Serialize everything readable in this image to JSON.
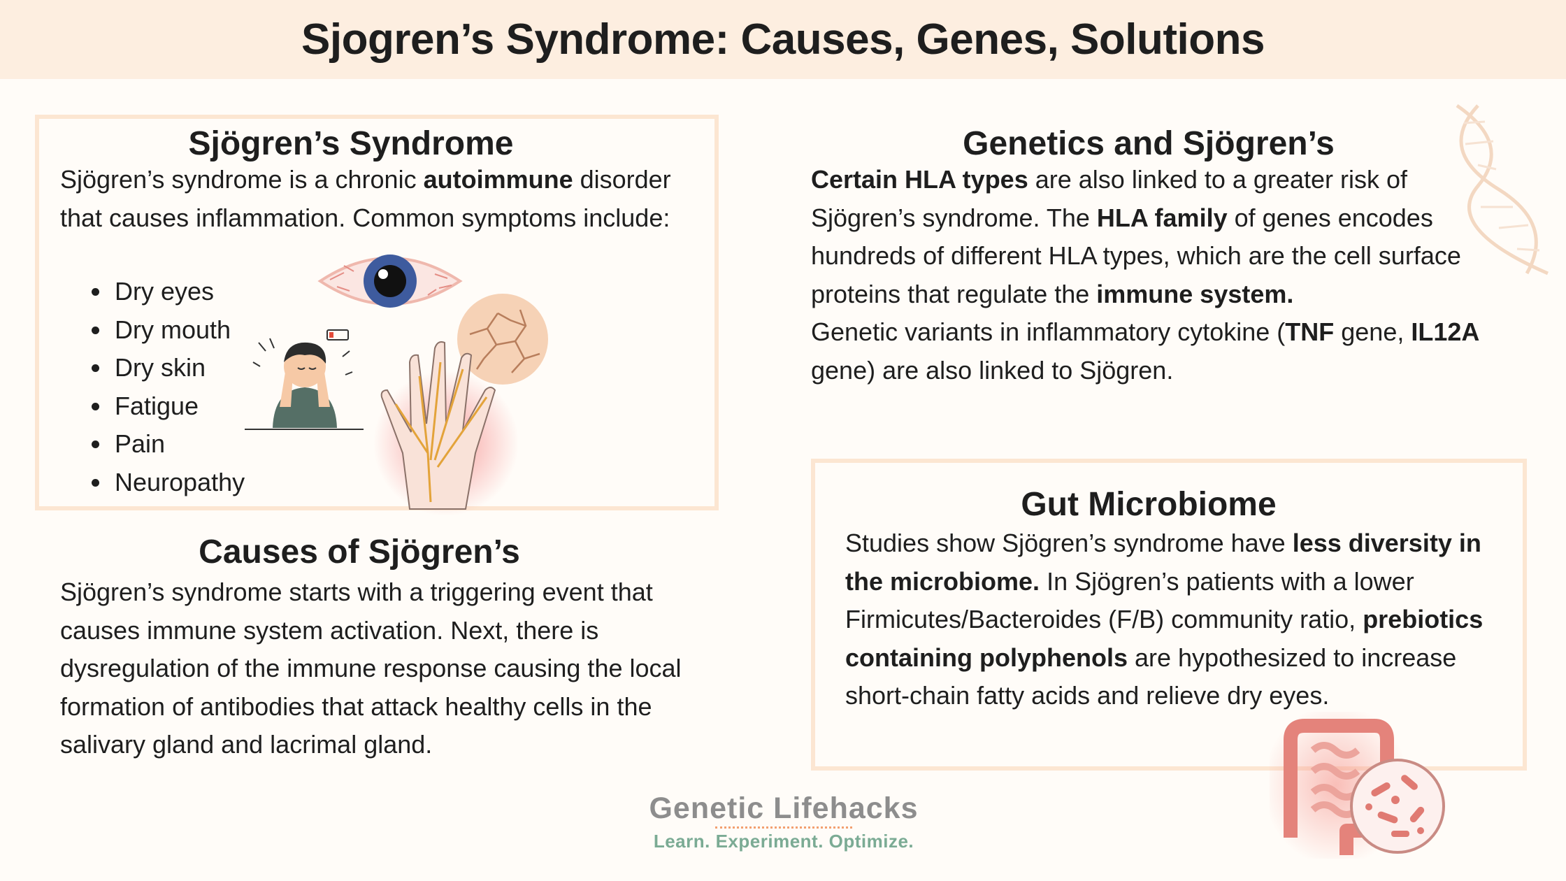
{
  "header": {
    "title": "Sjogren’s Syndrome: Causes, Genes, Solutions"
  },
  "syndrome": {
    "title": "Sjögren’s Syndrome",
    "intro_1": "Sjögren’s syndrome is a chronic ",
    "intro_bold": "autoimmune",
    "intro_2": " disorder that causes inflammation. Common symptoms include:",
    "symptoms": [
      "Dry eyes",
      "Dry mouth",
      "Dry skin",
      "Fatigue",
      "Pain",
      "Neuropathy"
    ]
  },
  "causes": {
    "title": "Causes of Sjögren’s",
    "text": "Sjögren’s syndrome starts with a triggering event that causes immune system activation. Next, there is dysregulation of the immune response causing the local formation of antibodies that attack healthy cells in the salivary gland and lacrimal gland."
  },
  "genetics": {
    "title": "Genetics and Sjögren’s",
    "bold_1": "Certain HLA types",
    "text_1": " are also linked to a greater risk of Sjögren’s syndrome. The ",
    "bold_2": "HLA family",
    "text_2": " of genes encodes hundreds of different HLA types, which are the cell surface proteins that regulate the ",
    "bold_3": "immune system.",
    "text_3": "Genetic variants in inflammatory cytokine (",
    "bold_4": "TNF",
    "text_4": " gene, ",
    "bold_5": "IL12A",
    "text_5": " gene) are also linked to Sjögren."
  },
  "gut": {
    "title": "Gut Microbiome",
    "text_1": "Studies show Sjögren’s syndrome have ",
    "bold_1": "less diversity in the microbiome.",
    "text_2": " In Sjögren’s patients with a lower Firmicutes/Bacteroides (F/B) community ratio, ",
    "bold_2": "prebiotics containing polyphenols",
    "text_3": " are hypothesized to increase short-chain fatty acids and relieve dry eyes."
  },
  "logo": {
    "name": "Genetic Lifehacks",
    "tagline": "Learn. Experiment. Optimize."
  },
  "icons": {
    "eye": "eye-icon",
    "dry_skin": "cracked-skin-icon",
    "fatigue": "tired-person-icon",
    "nerve_hand": "hand-nerves-icon",
    "dna": "dna-helix-icon",
    "intestine": "intestine-icon",
    "bacteria": "bacteria-icon"
  },
  "colors": {
    "header_bg": "#fdeee0",
    "box_border": "#fce6d2",
    "accent_orange": "#f2a070",
    "tagline_green": "#7bab94"
  }
}
